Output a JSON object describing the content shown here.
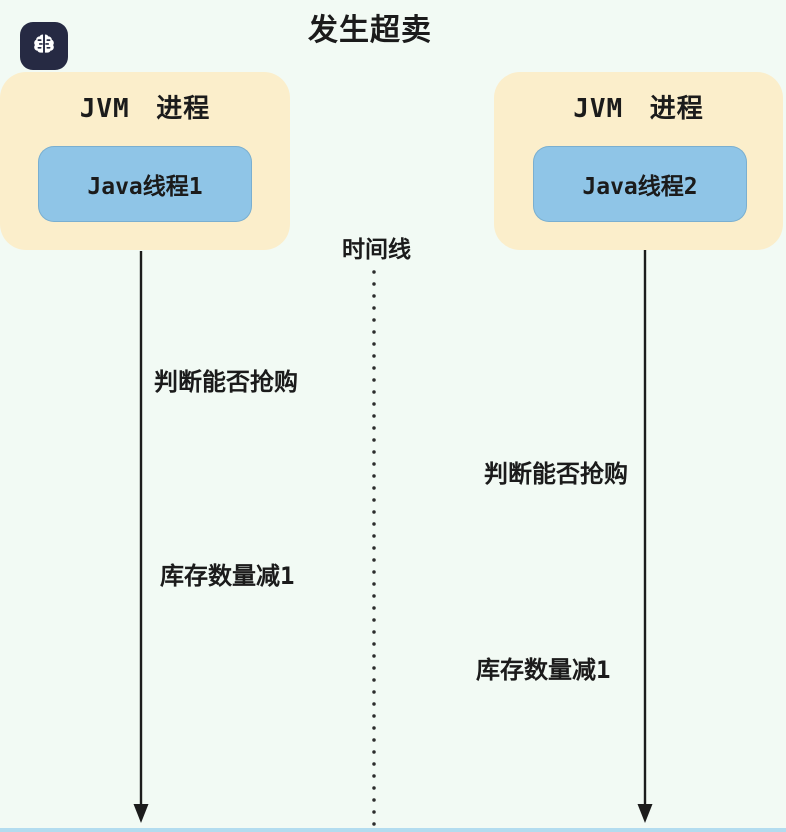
{
  "title": "发生超卖",
  "badge": {
    "icon": "brain-icon"
  },
  "processes": [
    {
      "title": "JVM 进程",
      "thread": "Java线程1",
      "steps": [
        "判断能否抢购",
        "库存数量减1"
      ]
    },
    {
      "title": "JVM 进程",
      "thread": "Java线程2",
      "steps": [
        "判断能否抢购",
        "库存数量减1"
      ]
    }
  ],
  "timeline": {
    "label": "时间线"
  },
  "colors": {
    "background": "#f2faf4",
    "process_box": "#fbeecb",
    "thread_box": "#8fc5e7",
    "badge_background": "#262a43",
    "arrow": "#1c1c1c",
    "bottom_bar": "#b3dcef",
    "text": "#1b1b1b"
  }
}
